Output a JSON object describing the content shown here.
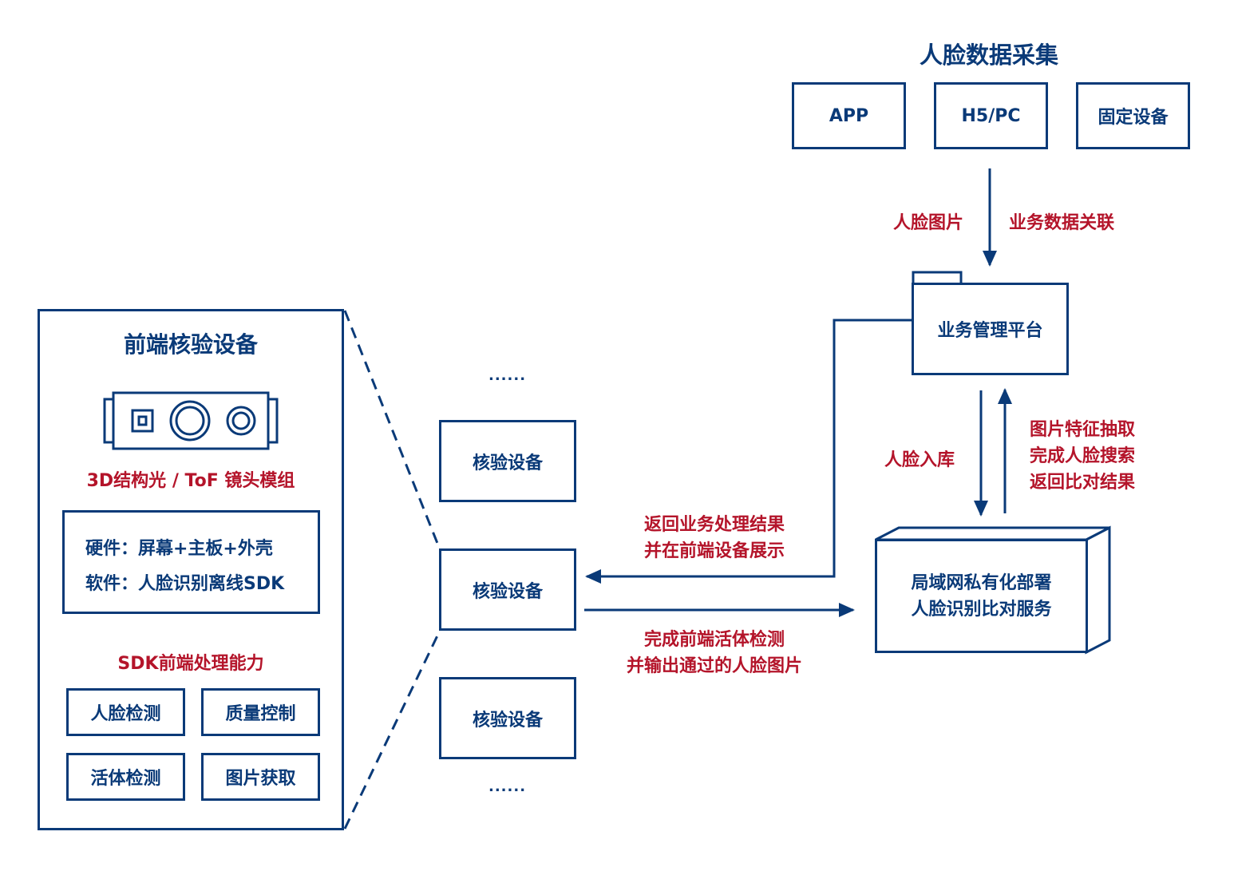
{
  "colors": {
    "primary": "#0a3a78",
    "accent": "#b4142a",
    "background": "#ffffff"
  },
  "collection": {
    "title": "人脸数据采集",
    "sources": [
      "APP",
      "H5/PC",
      "固定设备"
    ],
    "arrow_label_left": "人脸图片",
    "arrow_label_right": "业务数据关联"
  },
  "platform": {
    "label": "业务管理平台"
  },
  "service": {
    "line1": "局域网私有化部署",
    "line2": "人脸识别比对服务",
    "label_down": "人脸入库",
    "label_up_lines": [
      "图片特征抽取",
      "完成人脸搜索",
      "返回比对结果"
    ]
  },
  "devices": {
    "ellipsis_top": "......",
    "ellipsis_bottom": "......",
    "items": [
      "核验设备",
      "核验设备",
      "核验设备"
    ],
    "return_label_lines": [
      "返回业务处理结果",
      "并在前端设备展示"
    ],
    "send_label_lines": [
      "完成前端活体检测",
      "并输出通过的人脸图片"
    ]
  },
  "frontend": {
    "title": "前端核验设备",
    "camera_icon": "camera-module-icon",
    "camera_caption": "3D结构光 / ToF 镜头模组",
    "hardware": "硬件：屏幕+主板+外壳",
    "software": "软件：人脸识别离线SDK",
    "sdk_title": "SDK前端处理能力",
    "capabilities": [
      "人脸检测",
      "质量控制",
      "活体检测",
      "图片获取"
    ]
  }
}
